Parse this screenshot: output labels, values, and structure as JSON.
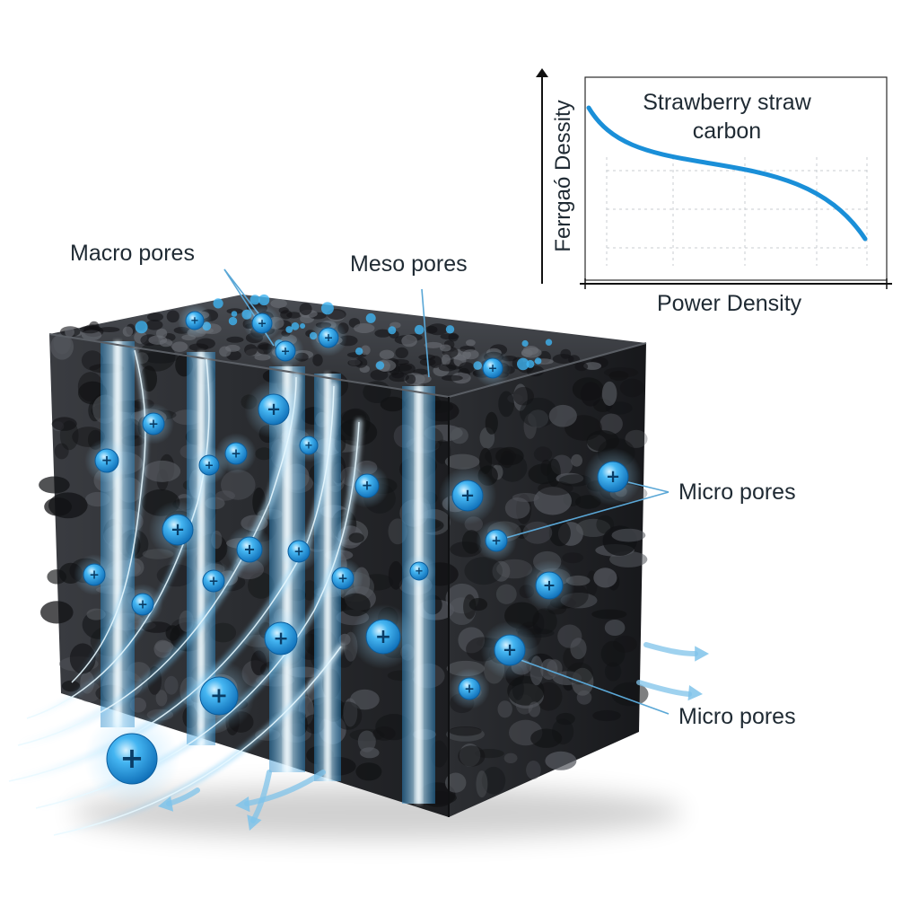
{
  "labels": {
    "macro_pores": "Macro pores",
    "meso_pores": "Meso pores",
    "micro_pores_upper": "Micro pores",
    "micro_pores_lower": "Micro pores"
  },
  "inset_chart": {
    "title": "Strawberry straw carbon",
    "ylabel": "Ferrgaó Dessity",
    "xlabel": "Power Density",
    "grid": true,
    "line_color": "#1a8fd8"
  },
  "colors": {
    "carbon": "#2b2d31",
    "carbon_highlight": "#6b6f76",
    "ion": "#1e9be6",
    "ion_glow": "#8fd6ff",
    "channel": "#bfe8ff",
    "leader": "#5aa7d6"
  },
  "ion_symbol": "+"
}
